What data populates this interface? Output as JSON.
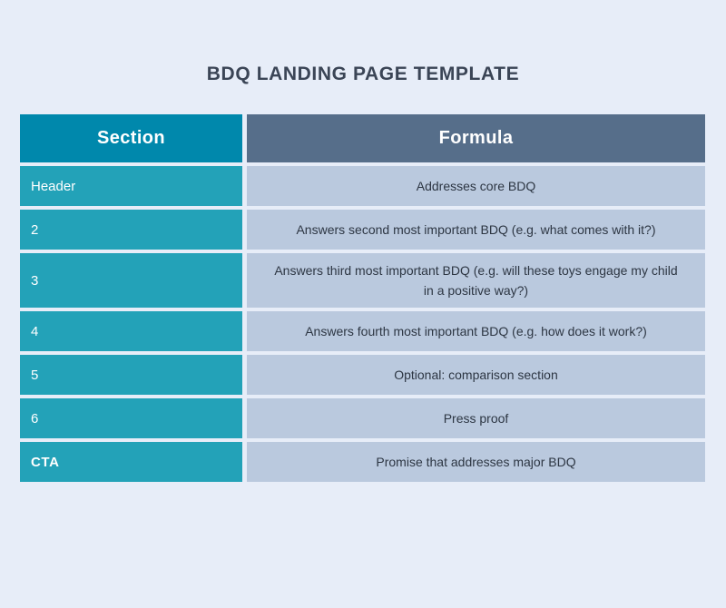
{
  "page": {
    "title": "BDQ LANDING PAGE TEMPLATE"
  },
  "colors": {
    "page_background": "#e7edf8",
    "section_header_background": "#0088ac",
    "formula_header_background": "#566e8a",
    "section_cell_background": "#23a2b8",
    "formula_cell_background": "#bac9de",
    "title_text": "#3b4556",
    "formula_text": "#2d3643",
    "section_text": "#ffffff"
  },
  "table": {
    "headers": [
      {
        "label": "Section"
      },
      {
        "label": "Formula"
      }
    ],
    "rows": [
      {
        "section": "Header",
        "formula": "Addresses core BDQ",
        "emphasis": false
      },
      {
        "section": "2",
        "formula": "Answers second most important BDQ (e.g. what comes with it?)",
        "emphasis": false
      },
      {
        "section": "3",
        "formula": "Answers third most important BDQ (e.g. will these toys engage my child in a positive way?)",
        "emphasis": false
      },
      {
        "section": "4",
        "formula": "Answers fourth most important BDQ (e.g. how does it work?)",
        "emphasis": false
      },
      {
        "section": "5",
        "formula": "Optional: comparison section",
        "emphasis": false
      },
      {
        "section": "6",
        "formula": "Press proof",
        "emphasis": false
      },
      {
        "section": "CTA",
        "formula": "Promise that addresses major BDQ",
        "emphasis": true
      }
    ]
  }
}
